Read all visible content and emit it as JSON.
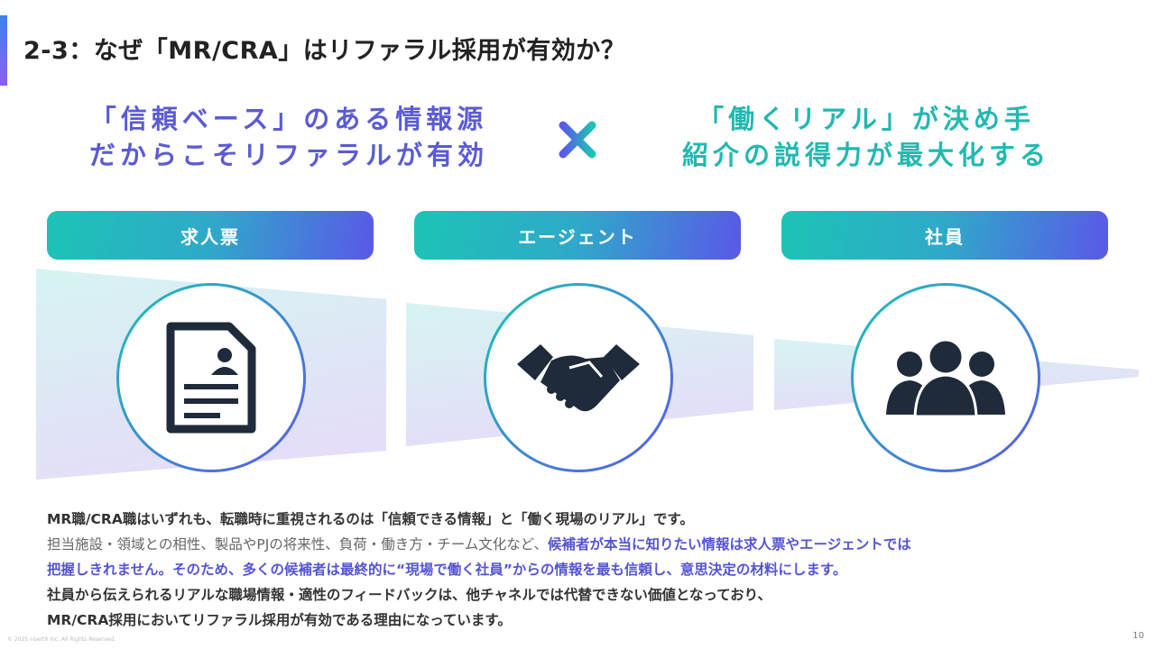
{
  "title": "2-3：なぜ「MR/CRA」はリファラル採用が有効か？",
  "headline_left": [
    "「信頼ベース」のある情報源",
    "だからこそリファラルが有効"
  ],
  "headline_right": [
    "「働くリアル」が決め手",
    "紹介の説得力が最大化する"
  ],
  "pillars": [
    {
      "label": "求人票",
      "icon": "document-person-icon"
    },
    {
      "label": "エージェント",
      "icon": "handshake-icon"
    },
    {
      "label": "社員",
      "icon": "people-group-icon"
    }
  ],
  "body": {
    "line1": "MR職/CRA職はいずれも、転職時に重視されるのは「信頼できる情報」と「働く現場のリアル」です。",
    "line2_light": "担当施設・領域との相性、製品やPJの将来性、負荷・働き方・チーム文化など、",
    "line2_hl": "候補者が本当に知りたい情報は求人票やエージェントでは",
    "line3_hl": "把握しきれません。そのため、多くの候補者は最終的に“現場で働く社員”からの情報を最も信頼し、意思決定の材料にします。",
    "line4": "社員から伝えられるリアルな職場情報・適性のフィードバックは、他チャネルでは代替できない価値となっており、",
    "line5": "MR/CRA採用においてリファラル採用が有効である理由になっています。"
  },
  "footer": {
    "copyright": "© 2025 I-bertX Inc. All Rights Reserved.",
    "page": "10"
  },
  "colors": {
    "purple": "#5b5bd6",
    "teal": "#22b8b0",
    "icon": "#1f2a3a"
  }
}
